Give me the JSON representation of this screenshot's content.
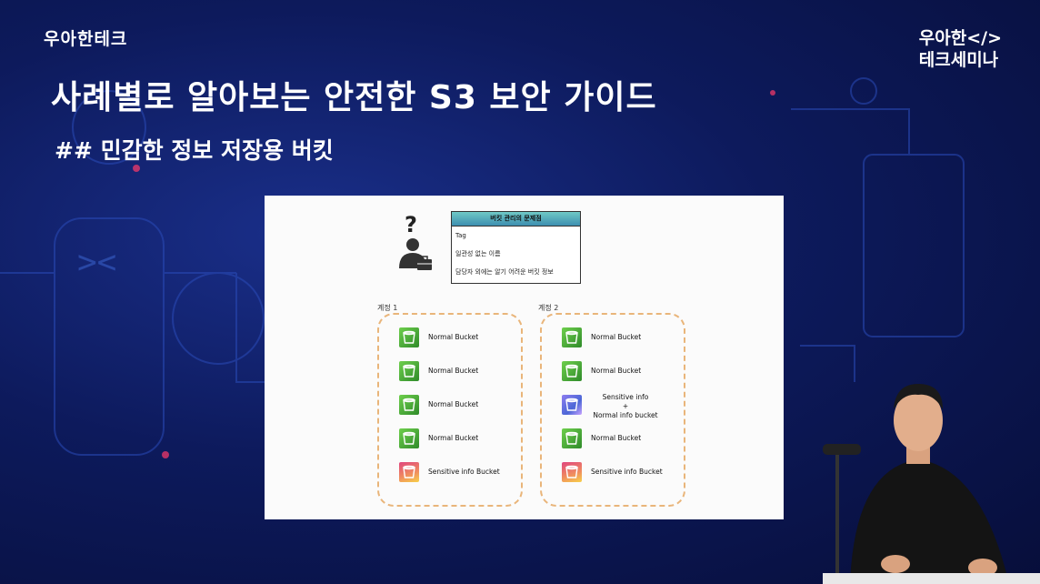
{
  "brand_left": "우아한테크",
  "brand_right": {
    "line1": "우아한</>",
    "line2": "테크세미나"
  },
  "title": "사례별로 알아보는 안전한 S3 보안 가이드",
  "subtitle": "## 민감한 정보 저장용 버킷",
  "slide": {
    "issues": {
      "header": "버킷 관리의 문제점",
      "rows": [
        "Tag",
        "일관성 없는 이름",
        "담당자 외에는 알기 어려운 버킷 정보"
      ]
    },
    "accounts": [
      {
        "label": "계정 1",
        "buckets": [
          {
            "label": "Normal Bucket",
            "color": "green"
          },
          {
            "label": "Normal Bucket",
            "color": "green"
          },
          {
            "label": "Normal Bucket",
            "color": "green"
          },
          {
            "label": "Normal Bucket",
            "color": "green"
          },
          {
            "label": "Sensitive info Bucket",
            "color": "pink"
          }
        ]
      },
      {
        "label": "계정 2",
        "buckets": [
          {
            "label": "Normal Bucket",
            "color": "green"
          },
          {
            "label": "Normal Bucket",
            "color": "green"
          },
          {
            "label": "Sensitive info\n+\nNormal info bucket",
            "color": "purple"
          },
          {
            "label": "Normal Bucket",
            "color": "green"
          },
          {
            "label": "Sensitive info Bucket",
            "color": "pink"
          }
        ]
      }
    ]
  },
  "colors": {
    "background": "#0d1a5c",
    "slide_bg": "#fbfbfb",
    "dashed_border": "#e9b57a"
  }
}
